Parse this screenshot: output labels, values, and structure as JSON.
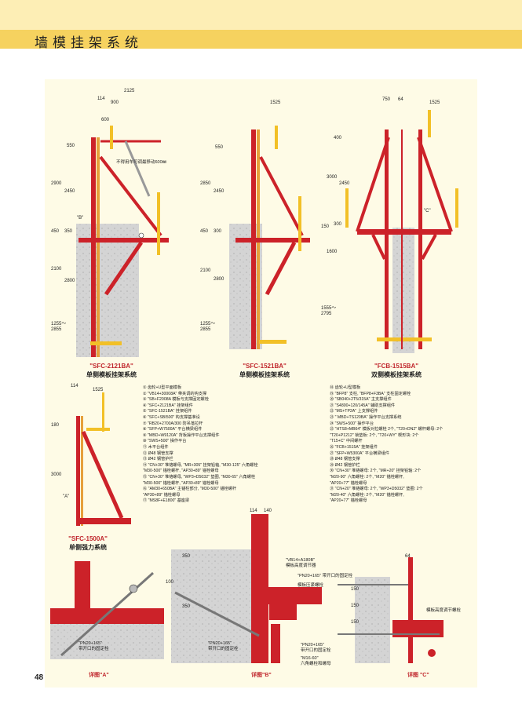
{
  "header": {
    "title": "墙模挂架系统"
  },
  "page_number": "48",
  "colors": {
    "frame_red": "#cc2229",
    "bracket_yellow": "#f2c027",
    "concrete": "#d4d4d4",
    "title_band": "#f6d25f"
  },
  "systems": [
    {
      "code": "\"SFC-2121BA\"",
      "name": "单侧模板挂架系统"
    },
    {
      "code": "\"SFC-1521BA\"",
      "name": "单侧模板挂架系统"
    },
    {
      "code": "\"FCB-1515BA\"",
      "name": "双侧模板挂架系统"
    },
    {
      "code": "\"SFC-1500A\"",
      "name": "单侧强力系统"
    }
  ],
  "dims": {
    "d2125": "2125",
    "d114": "114",
    "d900": "900",
    "d600": "600",
    "d550": "550",
    "d2900": "2900",
    "d2450": "2450",
    "dB": "\"B\"",
    "d450": "450",
    "d350": "350",
    "d2100": "2100",
    "d2800": "2800",
    "d1255": "1255～\n2855",
    "note": "不得用车可调最移动600㎜",
    "d1525": "1525",
    "d2850": "2850",
    "d300": "300",
    "d750": "750",
    "d64": "64",
    "d400": "400",
    "d3000": "3000",
    "d150": "150",
    "d1600": "1600",
    "d1555": "1555～\n2795",
    "dC": "\"C\"",
    "d180": "180",
    "dA": "\"A\"",
    "d140": "140",
    "d100": "100"
  },
  "legend_left": [
    "①  齿轮+U型平面模板",
    "②  \"VB14+30008A\" 带夹调的钩支撑",
    "③  \"SB+F2008A 模板与支撑固定螺栓",
    "④  \"SFC+2121BA\" 挂架组件",
    "⑤  \"SFC-1521BA\" 挂架组件",
    "⑥  \"SFC+SBI500\" 钩支撑基准设",
    "⑦  \"RB20+2700A/300 防吊落拉杆",
    "⑧  \"SFP+W7500A\" 平台横梁组件",
    "⑨  \"MBD+W9120A\" 背板操作平台支撑组件",
    "⑩  \"SWS+500\" 操作平台",
    "⑪  木平台组件",
    "⑫  Ø48 钢管支撑",
    "⑬  Ø42 钢管护栏",
    "⑭  \"CN+30\" 堆铬螺母, \"MR+305\" 挂架铅轴, \"M30-125\" 六角螺栓",
    "     \"M30-500\" 锚栓螺杆, \"AP30+89\" 锚栓螺母",
    "⑮  \"CN+30\" 堆铬螺母, \"WP3+D5032\" 垫圈, \"M30-65\" 六角螺栓",
    "     \"M30-500\" 锚栓螺杆, \"AP30+89\" 锚栓螺母",
    "⑯  \"AM30+650BA\" 主锚柱部分, \"M30-500\" 锚栓螺杆",
    "     \"AP30+89\" 锚栓螺母",
    "⑰  \"MS8F+E1800\" 基座梁"
  ],
  "legend_right": [
    "⑱  齿轮+U型模板",
    "⑲  \"BFP8\" 支柱, \"BFP8+F3BA\" 支柱固定螺栓",
    "⑳  \"SB040+2T5/315A\" 主支撑组件",
    "㉑  \"S4800+120/145A\" 辅助支撑组件",
    "㉒  \"MS+TP2A\" 上支撑组件",
    "㉓  \" MBD+TS120BA\" 操作平台支撑系统",
    "㉔  \"SWS+500\" 操作平台",
    "㉕  \"HTS8+MB64\" 模板对拉螺栓 2个, \"T20+DN2\" 螺杆螺母: 2个",
    "     \"T20+P1212\" 锁垫板: 2个, \"T20+WY\" 楔形块: 2个",
    "     \"T15+C\" 中间螺杆",
    "㉖  \"FCB+1515A\" 挂架组件",
    "㉗  \"SFP+W5300A\" 平台横梁组件",
    "㉘  Ø48 钢管支撑",
    "㉙  Ø42 钢管护栏",
    "㉚  \"CN+30\" 堆铬螺母: 2个, \"MR+20\" 挂架铅轴: 2个",
    "     \"M20-90\" 六角螺栓: 2个, \"M20\" 锚栓螺杆,",
    "     \"AP20+77\" 锚栓螺母",
    "㉛  \"CN+20\" 堆铬螺母: 2个, \"WP3+D5032\" 垫圈: 2个",
    "     \"M20-40\" 六角螺栓: 2个, \"M20\" 锚栓螺杆,",
    "     \"AP20+77\" 锚栓螺母"
  ],
  "details": {
    "A": {
      "caption": "详图\"A\"",
      "l1": "\"PN20+165\"",
      "l2": "带开口的固定栓"
    },
    "B": {
      "caption": "详图\"B\"",
      "l1": "\"VB14+A180B\"",
      "l2": "模板高度调节器",
      "l3": "\"PN20+165\" 带开口的固定栓",
      "l4": "模板压紧螺栓",
      "l5": "\"PN20+165\"",
      "l6": "带开口的固定栓",
      "l7": "\"PN20+165\"",
      "l8": "带开口的固定栓",
      "l9": "\"M16-60\"",
      "l10": "六角螺栓和螺母"
    },
    "C": {
      "caption": "详图 \"C\"",
      "l1": "模板高度调节螺栓"
    }
  }
}
